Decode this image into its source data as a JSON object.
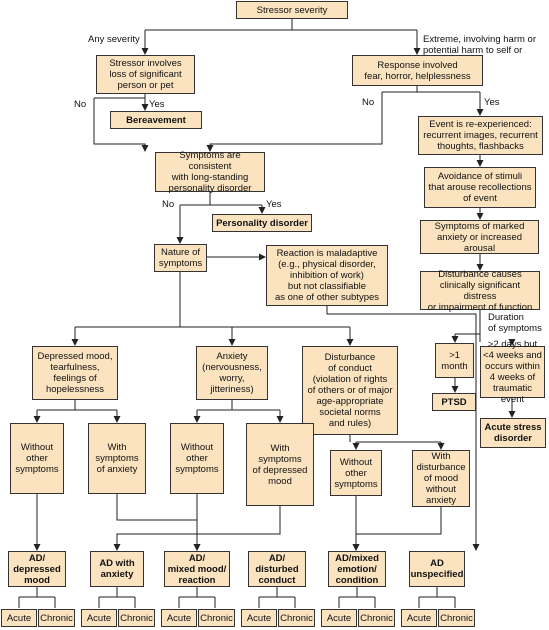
{
  "nodes": {
    "stressor_severity": "Stressor severity",
    "loss": "Stressor involves\nloss of significant\nperson or pet",
    "response": "Response involved\nfear, horror, helplessness",
    "bereavement": "Bereavement",
    "reexperienced": "Event is re-experienced:\nrecurrent images, recurrent\nthoughts, flashbacks",
    "consistent": "Symptoms are consistent\nwith long-standing\npersonality disorder",
    "avoidance": "Avoidance of stimuli\nthat arouse recollections\nof event",
    "personality_disorder": "Personality disorder",
    "marked_anxiety": "Symptoms of marked\nanxiety or increased arousal",
    "nature": "Nature of\nsymptoms",
    "maladaptive": "Reaction is maladaptive\n(e.g., physical disorder,\ninhibition of work)\nbut not classifiable\nas one of other subtypes",
    "disturbance_distress": "Disturbance causes\nclinically significant distress\nor impairment of function",
    "depressed": "Depressed mood,\ntearfulness,\nfeelings of\nhopelessness",
    "anxiety": "Anxiety\n(nervousness,\nworry,\njitteriness)",
    "conduct": "Disturbance\nof conduct\n(violation of rights\nof others or of major\nage-appropriate\nsocietal norms\nand rules)",
    "gt1month": ">1\nmonth",
    "gt2days": ">2 days but\n<4 weeks and\noccurs within\n4 weeks of\ntraumatic event",
    "ptsd": "PTSD",
    "acute_stress": "Acute stress\ndisorder",
    "dep_without": "Without\nother\nsymptoms",
    "dep_with_anx": "With\nsymptoms\nof anxiety",
    "anx_without": "Without\nother\nsymptoms",
    "anx_with_dep": "With\nsymptoms\nof depressed\nmood",
    "con_without": "Without\nother\nsymptoms",
    "con_with_mood": "With\ndisturbance\nof mood\nwithout\nanxiety",
    "ad_depressed": "AD/\ndepressed\nmood",
    "ad_anxiety": "AD with\nanxiety",
    "ad_mixed_reaction": "AD/\nmixed mood/\nreaction",
    "ad_conduct": "AD/\ndisturbed\nconduct",
    "ad_mixed_condition": "AD/mixed\nemotion/\ncondition",
    "ad_unspecified": "AD\nunspecified",
    "acute": "Acute",
    "chronic": "Chronic"
  },
  "edge_labels": {
    "any_severity": "Any severity",
    "extreme": "Extreme, involving harm or\npotential harm to self or others",
    "no": "No",
    "yes": "Yes",
    "duration": "Duration\nof symptoms"
  }
}
